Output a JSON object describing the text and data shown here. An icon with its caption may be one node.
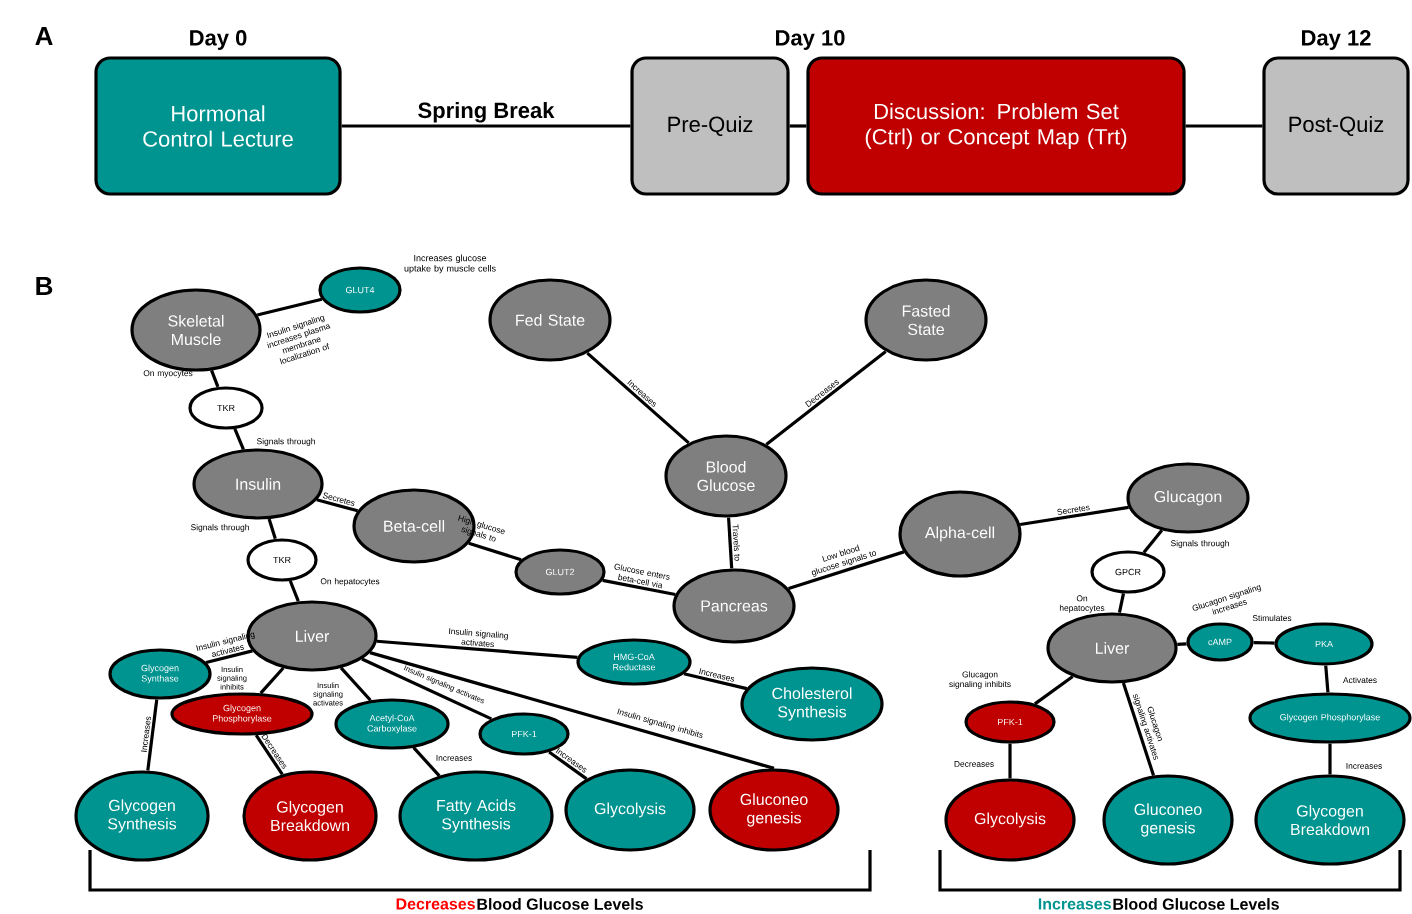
{
  "diagram": {
    "nodes": [
      {
        "text": [
          "Hormonal Control Lecture"
        ],
        "beside": [
          "Day 0"
        ]
      },
      {
        "text": [
          "Pre-Quiz"
        ]
      },
      {
        "text": [
          "Discussion: Problem Set (Ctrl) or Concept Map (Trt)"
        ]
      },
      {
        "text": [
          "Post-Quiz"
        ],
        "beside": [
          "Day 12"
        ]
      },
      {
        "text": [
          "Skeletal Muscle"
        ]
      },
      {
        "text": [
          "GLUT4"
        ],
        "beside": [
          "Increases glucose uptake by muscle cells"
        ]
      },
      {
        "text": [
          "TKR"
        ]
      },
      {
        "text": [
          "Insulin"
        ]
      },
      {
        "text": [
          "Beta-cell"
        ]
      },
      {
        "text": [
          "TKR"
        ]
      },
      {
        "text": [
          "Fed State"
        ]
      },
      {
        "text": [
          "Fasted State"
        ]
      },
      {
        "text": [
          "Blood Glucose"
        ]
      },
      {
        "text": [
          "GLUT2"
        ]
      },
      {
        "text": [
          "Pancreas"
        ]
      },
      {
        "text": [
          "Alpha-cell"
        ]
      },
      {
        "text": [
          "Glucagon"
        ]
      },
      {
        "text": [
          "GPCR"
        ]
      },
      {
        "text": [
          "Liver"
        ]
      },
      {
        "text": [
          "Glycogen Synthase"
        ]
      },
      {
        "text": [
          "Glycogen Phosphorylase"
        ]
      },
      {
        "text": [
          "Acetyl-CoA Carboxylase"
        ]
      },
      {
        "text": [
          "PFK-1"
        ]
      },
      {
        "text": [
          "HMG-CoA Reductase"
        ]
      },
      {
        "text": [
          "Cholesterol Synthesis"
        ]
      },
      {
        "text": [
          "Glycogen Synthesis"
        ]
      },
      {
        "text": [
          "Glycogen Breakdown"
        ]
      },
      {
        "text": [
          "Fatty Acids Synthesis"
        ]
      },
      {
        "text": [
          "Glycolysis"
        ]
      },
      {
        "text": [
          "Gluconeo genesis"
        ]
      },
      {
        "text": [
          "Liver"
        ]
      },
      {
        "text": [
          "cAMP"
        ]
      },
      {
        "text": [
          "PKA"
        ]
      },
      {
        "text": [
          "PFK-1"
        ]
      },
      {
        "text": [
          "Glycogen Phosphorylase"
        ]
      },
      {
        "text": [
          "Glycolysis"
        ]
      },
      {
        "text": [
          "Gluconeo genesis"
        ]
      },
      {
        "text": [
          "Glycogen Breakdown"
        ]
      }
    ],
    "edges": [
      {
        "from": 0,
        "to": 1,
        "arrow": "none",
        "label": "Spring Break"
      },
      {
        "from": 1,
        "to": 2,
        "arrow": "none"
      },
      {
        "from": 2,
        "to": 3,
        "arrow": "none"
      },
      {
        "from": 4,
        "to": 5,
        "arrow": "none",
        "label": "Insulin signaling increases plasma membrane localization of"
      },
      {
        "from": 6,
        "to": 4,
        "arrow": "none",
        "label": "On myocytes"
      },
      {
        "from": 7,
        "to": 6,
        "arrow": "none",
        "label": "Signals through"
      },
      {
        "from": 7,
        "to": 8,
        "arrow": "none",
        "label": "Secretes"
      },
      {
        "from": 7,
        "to": 9,
        "arrow": "none",
        "label": "Signals through"
      },
      {
        "from": 9,
        "to": 18,
        "arrow": "none",
        "label": "On hepatocytes"
      },
      {
        "from": 8,
        "to": 13,
        "arrow": "none",
        "label": "High glucose signals to"
      },
      {
        "from": 13,
        "to": 14,
        "arrow": "none",
        "label": "Glucose enters beta-cell via"
      },
      {
        "from": 10,
        "to": 12,
        "arrow": "none",
        "label": "Increases"
      },
      {
        "from": 11,
        "to": 12,
        "arrow": "none",
        "label": "Decreases"
      },
      {
        "from": 12,
        "to": 14,
        "arrow": "none",
        "label": "Travels to"
      },
      {
        "from": 14,
        "to": 15,
        "arrow": "none",
        "label": "Low blood glucose signals to"
      },
      {
        "from": 15,
        "to": 16,
        "arrow": "none",
        "label": "Secretes"
      },
      {
        "from": 16,
        "to": 17,
        "arrow": "none",
        "label": "Signals through"
      },
      {
        "from": 17,
        "to": 30,
        "arrow": "none",
        "label": "On hepatocytes"
      },
      {
        "from": 30,
        "to": 31,
        "arrow": "none",
        "label": "Glucagon signaling increases"
      },
      {
        "from": 31,
        "to": 32,
        "arrow": "none",
        "label": "Stimulates"
      },
      {
        "from": 32,
        "to": 34,
        "arrow": "none",
        "label": "Activates"
      },
      {
        "from": 34,
        "to": 37,
        "arrow": "none",
        "label": "Increases"
      },
      {
        "from": 30,
        "to": 33,
        "arrow": "none",
        "label": "Glucagon signaling inhibits"
      },
      {
        "from": 33,
        "to": 35,
        "arrow": "none",
        "label": "Decreases"
      },
      {
        "from": 30,
        "to": 36,
        "arrow": "none",
        "label": "Glucagon signaling activates"
      },
      {
        "from": 18,
        "to": 19,
        "arrow": "none",
        "label": "Insulin signaling activates"
      },
      {
        "from": 18,
        "to": 20,
        "arrow": "none",
        "label": "Insulin signaling inhibits"
      },
      {
        "from": 18,
        "to": 21,
        "arrow": "none",
        "label": "Insulin signaling activates"
      },
      {
        "from": 18,
        "to": 22,
        "arrow": "none",
        "label": "Insulin signaling activates"
      },
      {
        "from": 18,
        "to": 23,
        "arrow": "none",
        "label": "Insulin signaling activates"
      },
      {
        "from": 18,
        "to": 29,
        "arrow": "none",
        "label": "Insulin signaling inhibits"
      },
      {
        "from": 19,
        "to": 25,
        "arrow": "none",
        "label": "Increases"
      },
      {
        "from": 20,
        "to": 26,
        "arrow": "none",
        "label": "Decreases"
      },
      {
        "from": 21,
        "to": 27,
        "arrow": "none",
        "label": "Increases"
      },
      {
        "from": 22,
        "to": 28,
        "arrow": "none",
        "label": "Increases"
      },
      {
        "from": 23,
        "to": 24,
        "arrow": "none",
        "label": "Increases"
      }
    ],
    "labels": [
      "A",
      "Day 10",
      "B",
      "Decreases",
      "Blood Glucose Levels",
      "Increases",
      "Blood Glucose Levels"
    ]
  }
}
